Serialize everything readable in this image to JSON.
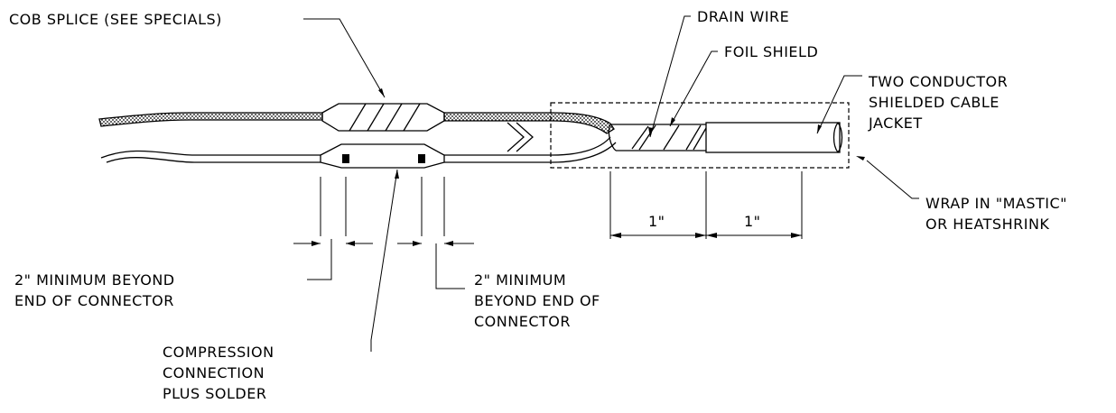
{
  "labels": {
    "cob_splice": "COB SPLICE (SEE SPECIALS)",
    "drain_wire": "DRAIN WIRE",
    "foil_shield": "FOIL SHIELD",
    "cable_line1": "TWO CONDUCTOR",
    "cable_line2": "SHIELDED CABLE",
    "cable_line3": "JACKET",
    "wrap_line1": "WRAP IN \"MASTIC\"",
    "wrap_line2": "OR HEATSHRINK",
    "dim_left": "1\"",
    "dim_right": "1\"",
    "min_left_line1": "2\" MINIMUM BEYOND",
    "min_left_line2": "END OF CONNECTOR",
    "min_right_line1": "2\" MINIMUM",
    "min_right_line2": "BEYOND END OF",
    "min_right_line3": "CONNECTOR",
    "comp_line1": "COMPRESSION",
    "comp_line2": "CONNECTION",
    "comp_line3": "PLUS SOLDER"
  },
  "colors": {
    "line": "#000000",
    "background": "#ffffff"
  }
}
